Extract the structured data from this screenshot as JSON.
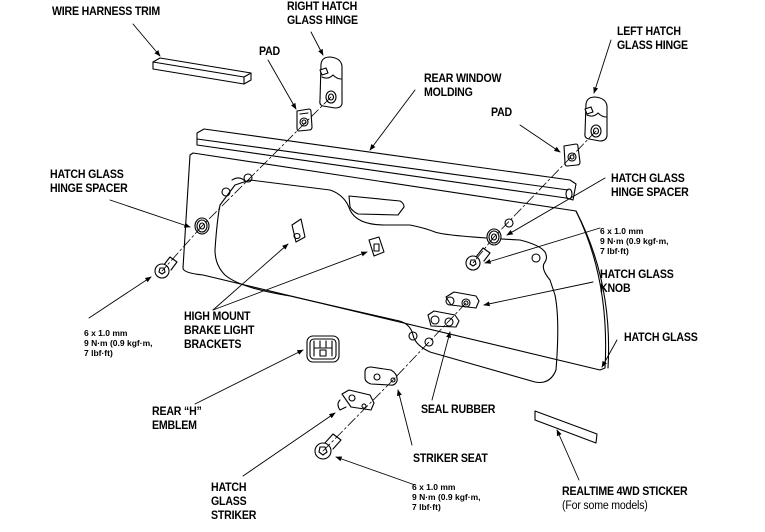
{
  "diagram": {
    "title": "Hatch glass exploded view",
    "labels": {
      "wire_harness_trim": "WIRE HARNESS TRIM",
      "right_hinge": [
        "RIGHT HATCH",
        "GLASS HINGE"
      ],
      "pad_right": "PAD",
      "rear_window_molding": [
        "REAR WINDOW",
        "MOLDING"
      ],
      "left_hinge": [
        "LEFT HATCH",
        "GLASS HINGE"
      ],
      "pad_left": "PAD",
      "spacer_left": [
        "HATCH GLASS",
        "HINGE SPACER"
      ],
      "spacer_right": [
        "HATCH GLASS",
        "HINGE SPACER"
      ],
      "high_mount": [
        "HIGH MOUNT",
        "BRAKE LIGHT",
        "BRACKETS"
      ],
      "knob": [
        "HATCH GLASS",
        "KNOB"
      ],
      "hatch_glass": "HATCH GLASS",
      "rear_h_emblem": [
        "REAR “H”",
        "EMBLEM"
      ],
      "seal_rubber": "SEAL RUBBER",
      "striker_seat": "STRIKER SEAT",
      "striker": [
        "HATCH",
        "GLASS",
        "STRIKER"
      ],
      "sticker": "REALTIME 4WD STICKER",
      "sticker_note": "(For some models)"
    },
    "torque_specs": {
      "left": [
        "6 x 1.0 mm",
        "9 N·m (0.9 kgf·m,",
        "7 lbf·ft)"
      ],
      "right": [
        "6 x 1.0 mm",
        "9 N·m (0.9 kgf·m,",
        "7 lbf·ft)"
      ],
      "bottom": [
        "6 x 1.0 mm",
        "9 N·m (0.9 kgf·m,",
        "7 lbf·ft)"
      ]
    },
    "colors": {
      "line": "#000000",
      "background": "#ffffff"
    }
  }
}
